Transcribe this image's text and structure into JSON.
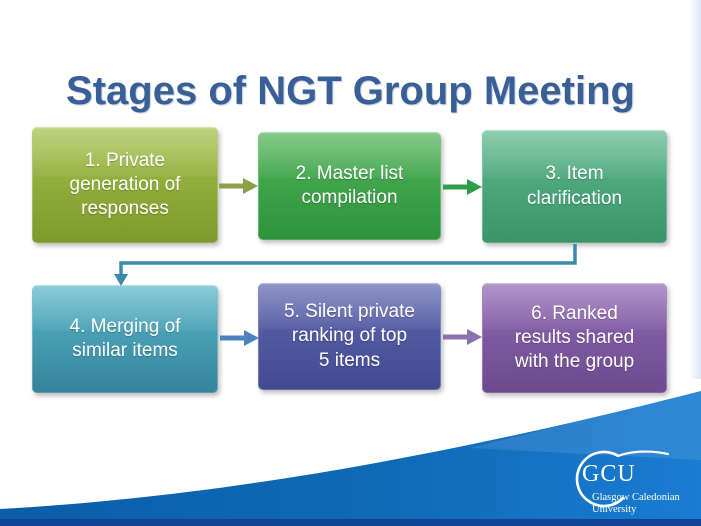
{
  "slide": {
    "title": "Stages of NGT Group Meeting",
    "title_color": "#3a5f96",
    "background_color": "#ffffff"
  },
  "stages": [
    {
      "label": [
        "1. Private",
        "generation of",
        "responses"
      ],
      "color_top": "#a4c04a",
      "color_bottom": "#7c992c"
    },
    {
      "label": [
        "2. Master list",
        "compilation"
      ],
      "color_top": "#50b458",
      "color_bottom": "#2e923c"
    },
    {
      "label": [
        "3. Item",
        "clarification"
      ],
      "color_top": "#5cb88d",
      "color_bottom": "#3a9468"
    },
    {
      "label": [
        "4. Merging of",
        "similar items"
      ],
      "color_top": "#58b6c8",
      "color_bottom": "#35839c"
    },
    {
      "label": [
        "5. Silent private",
        "ranking of top",
        "5 items"
      ],
      "color_top": "#5f68b0",
      "color_bottom": "#414a90"
    },
    {
      "label": [
        "6. Ranked",
        "results shared",
        "with the group"
      ],
      "color_top": "#9168b2",
      "color_bottom": "#6c4a8e"
    }
  ],
  "connectors": [
    {
      "name": "stage1-to-stage2",
      "color": "#8ca04a"
    },
    {
      "name": "stage2-to-stage3",
      "color": "#2f9e49"
    },
    {
      "name": "stage3-to-stage4",
      "color": "#3d88ad"
    },
    {
      "name": "stage4-to-stage5",
      "color": "#4d82bb"
    },
    {
      "name": "stage5-to-stage6",
      "color": "#8b72ad"
    }
  ],
  "footer": {
    "swoosh_color_left": "#0b5ea8",
    "swoosh_color_right": "#1a7cd2",
    "swoosh_base_strip_color": "#0f4494",
    "logo": {
      "acronym": "GCU",
      "name_line1": "Glasgow Caledonian",
      "name_line2": "University"
    }
  }
}
